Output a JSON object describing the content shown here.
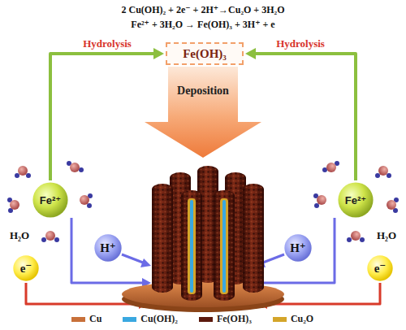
{
  "diagram": {
    "nodes": [
      {
        "text": [
          "Fe(OH)₃"
        ]
      },
      {
        "text": [
          "Fe²⁺"
        ]
      },
      {
        "text": [
          "Fe²⁺"
        ]
      },
      {
        "text": [
          "e⁻"
        ]
      },
      {
        "text": [
          "e⁻"
        ]
      },
      {
        "text": [
          "H⁺"
        ]
      },
      {
        "text": [
          "H⁺"
        ]
      }
    ],
    "edges": [
      {
        "from": 1,
        "to": 0,
        "arrow": "to",
        "label": "Hydrolysis"
      },
      {
        "from": 2,
        "to": 0,
        "arrow": "to",
        "label": "Hydrolysis"
      }
    ],
    "labels": [
      "2 Cu(OH)₂ + 2e⁻ + 2H⁺→Cu₂O + 3H₂O",
      "Fe²⁺ + 3H₂O → Fe(OH)₃ + 3H⁺ + e",
      "Deposition",
      "H₂O",
      "H₂O"
    ],
    "legend": [
      {
        "text": "Cu",
        "color": "#c8703a"
      },
      {
        "text": "Cu(OH)₂",
        "color": "#3aa8e0"
      },
      {
        "text": "Fe(OH)₃",
        "color": "#5c1a0e"
      },
      {
        "text": "Cu₂O",
        "color": "#d4a52a"
      }
    ]
  }
}
